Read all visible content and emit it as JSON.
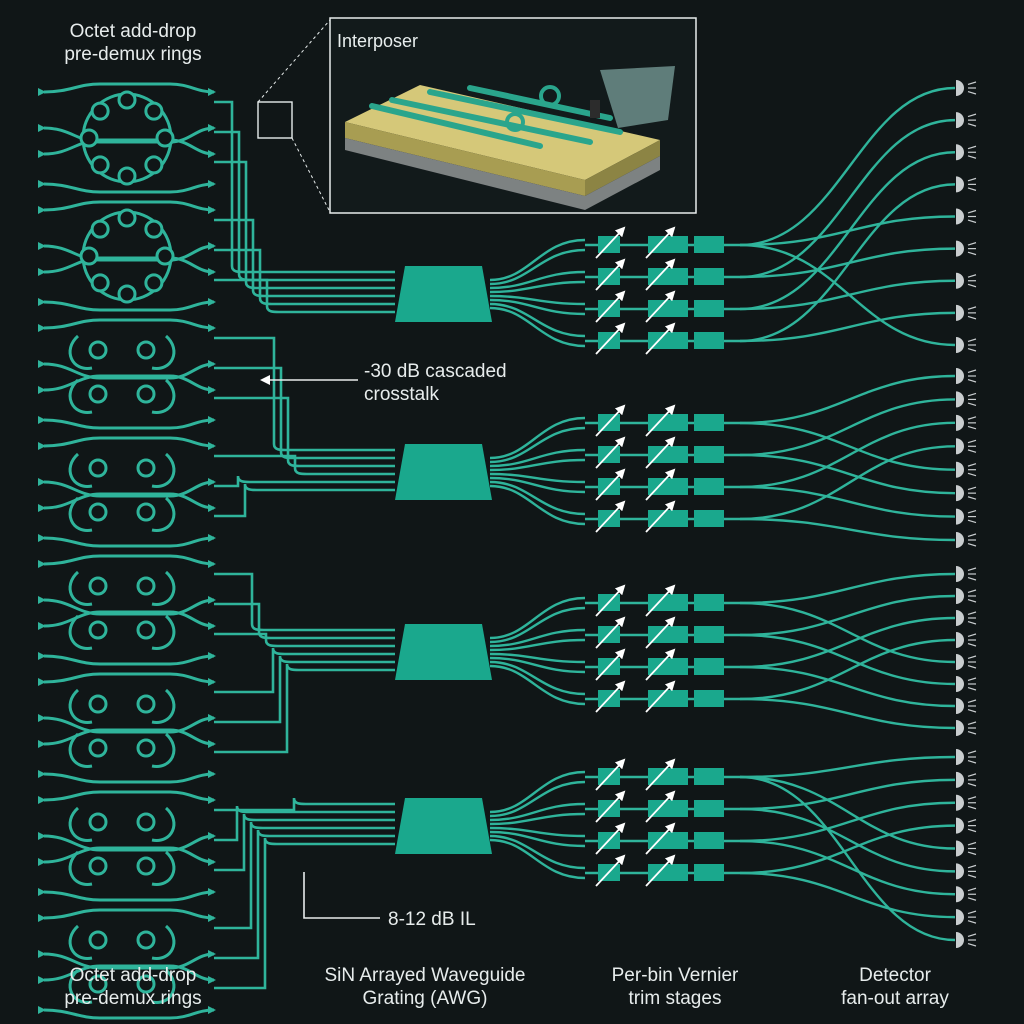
{
  "labels": {
    "rings_top": [
      "Octet add-drop",
      "pre-demux rings"
    ],
    "rings_bottom": [
      "Octet add-drop",
      "pre-demux rings"
    ],
    "awg": [
      "SiN Arrayed Waveguide",
      "Grating (AWG)"
    ],
    "vernier": [
      "Per-bin Vernier",
      "trim stages"
    ],
    "detector": [
      "Detector",
      "fan-out array"
    ],
    "crosstalk": [
      "-30 dB cascaded",
      "crosstalk"
    ],
    "insertion_loss": "8-12 dB IL",
    "interposer": "Interposer"
  },
  "colors": {
    "background": "#101617",
    "waveguide": "#2fb49b",
    "awg_fill": "#1aa88d",
    "text": "#e7ecec",
    "detector": "#c9cdcf"
  },
  "counts": {
    "ring_clusters": 8,
    "awg_blocks": 4,
    "vernier_rows_per_awg": 4,
    "detectors": 34
  }
}
